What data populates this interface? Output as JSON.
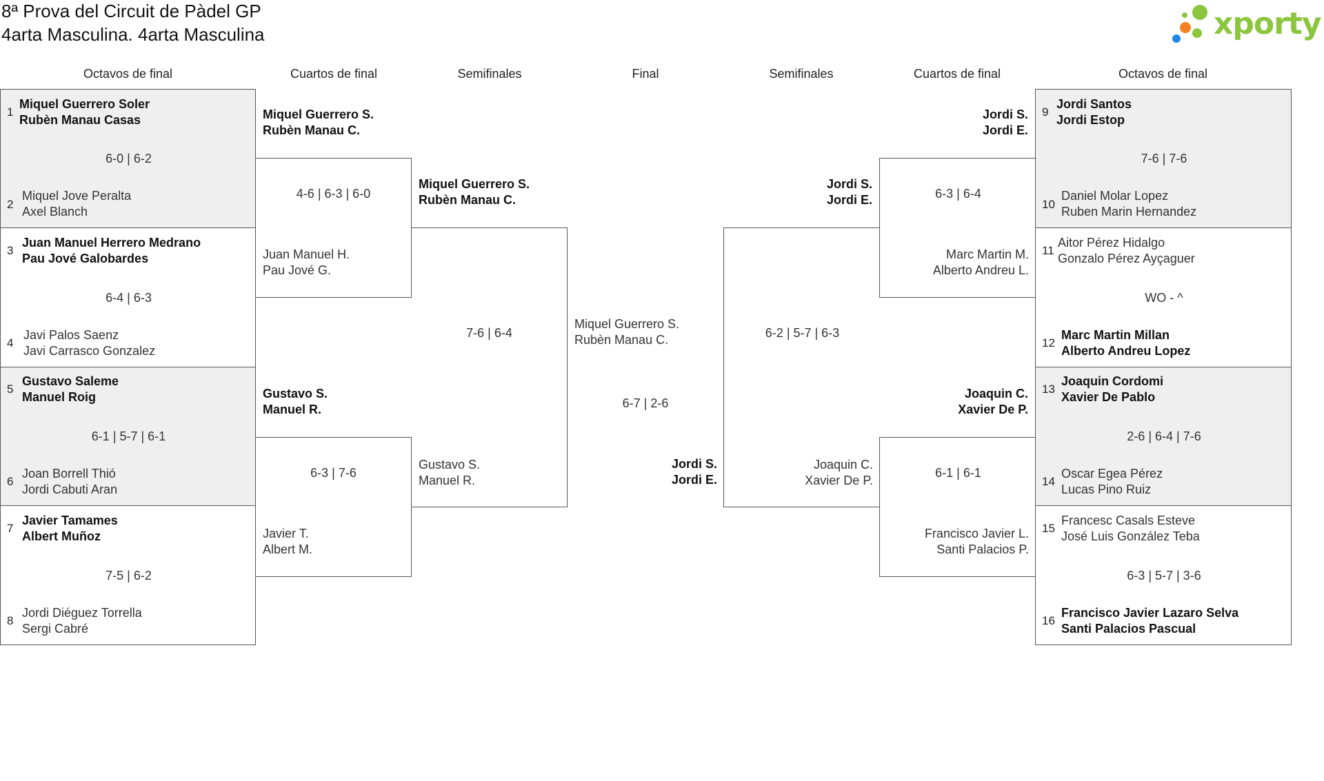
{
  "header": {
    "title_line1": "8ª Prova del Circuit de Pàdel GP",
    "title_line2": "4arta Masculina. 4arta Masculina",
    "logo_text": "xporty"
  },
  "rounds": {
    "left_r16": "Octavos de final",
    "left_qf": "Cuartos de final",
    "left_sf": "Semifinales",
    "final": "Final",
    "right_sf": "Semifinales",
    "right_qf": "Cuartos de final",
    "right_r16": "Octavos de final"
  },
  "left_r16": [
    {
      "seed_a": "1",
      "a1": "Miquel Guerrero Soler",
      "a2": "Rubèn Manau Casas",
      "score": "6-0 | 6-2",
      "seed_b": "2",
      "b1": "Miquel Jove Peralta",
      "b2": "Axel Blanch"
    },
    {
      "seed_a": "3",
      "a1": "Juan Manuel Herrero Medrano",
      "a2": "Pau Jové Galobardes",
      "score": "6-4 | 6-3",
      "seed_b": "4",
      "b1": "Javi Palos Saenz",
      "b2": "Javi Carrasco Gonzalez"
    },
    {
      "seed_a": "5",
      "a1": "Gustavo Saleme",
      "a2": "Manuel Roig",
      "score": "6-1 | 5-7 | 6-1",
      "seed_b": "6",
      "b1": "Joan Borrell Thió",
      "b2": "Jordi Cabuti Aran"
    },
    {
      "seed_a": "7",
      "a1": "Javier Tamames",
      "a2": "Albert Muñoz",
      "score": "7-5 | 6-2",
      "seed_b": "8",
      "b1": "Jordi Diéguez Torrella",
      "b2": "Sergi Cabré"
    }
  ],
  "right_r16": [
    {
      "seed_a": "9",
      "a1": "Jordi Santos",
      "a2": "Jordi Estop",
      "score": "7-6 | 7-6",
      "seed_b": "10",
      "b1": "Daniel Molar Lopez",
      "b2": "Ruben Marin Hernandez"
    },
    {
      "seed_a": "11",
      "a1": "Aitor Pérez Hidalgo",
      "a2": "Gonzalo Pérez Ayçaguer",
      "score": "WO - ^",
      "seed_b": "12",
      "b1": "Marc Martin Millan",
      "b2": "Alberto Andreu Lopez"
    },
    {
      "seed_a": "13",
      "a1": "Joaquin Cordomi",
      "a2": "Xavier De Pablo",
      "score": "2-6 | 6-4 | 7-6",
      "seed_b": "14",
      "b1": "Oscar Egea Pérez",
      "b2": "Lucas Pino Ruiz"
    },
    {
      "seed_a": "15",
      "a1": "Francesc Casals Esteve",
      "a2": "José Luis González Teba",
      "score": "6-3 | 5-7 | 3-6",
      "seed_b": "16",
      "b1": "Francisco Javier Lazaro Selva",
      "b2": "Santi Palacios Pascual"
    }
  ],
  "left_qf": [
    {
      "a1": "Miquel Guerrero S.",
      "a2": "Rubèn Manau C.",
      "score": "4-6 | 6-3 | 6-0",
      "b1": "Juan Manuel H.",
      "b2": "Pau Jové G."
    },
    {
      "a1": "Gustavo S.",
      "a2": "Manuel R.",
      "score": "6-3 | 7-6",
      "b1": "Javier T.",
      "b2": "Albert M."
    }
  ],
  "right_qf": [
    {
      "a1": "Jordi S.",
      "a2": "Jordi E.",
      "score": "6-3 | 6-4",
      "b1": "Marc Martin M.",
      "b2": "Alberto Andreu L."
    },
    {
      "a1": "Joaquin C.",
      "a2": "Xavier De P.",
      "score": "6-1 | 6-1",
      "b1": "Francisco Javier L.",
      "b2": "Santi Palacios P."
    }
  ],
  "left_sf": {
    "a1": "Miquel Guerrero S.",
    "a2": "Rubèn Manau C.",
    "score": "7-6 | 6-4",
    "b1": "Gustavo S.",
    "b2": "Manuel R."
  },
  "right_sf": {
    "a1": "Jordi S.",
    "a2": "Jordi E.",
    "score": "6-2 | 5-7 | 6-3",
    "b1": "Joaquin C.",
    "b2": "Xavier De P."
  },
  "final": {
    "a1": "Miquel Guerrero S.",
    "a2": "Rubèn Manau C.",
    "score": "6-7 | 2-6",
    "b1": "Jordi S.",
    "b2": "Jordi E."
  }
}
